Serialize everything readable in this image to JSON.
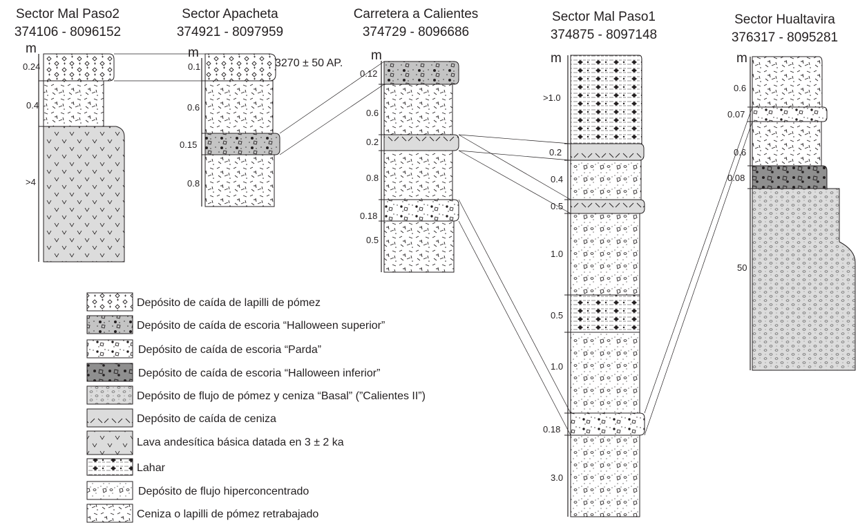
{
  "columns": [
    {
      "name": "Sector Mal Paso2",
      "coords": "374106 - 8096152",
      "unit": "m",
      "layers": [
        {
          "thickness": "0.24",
          "type": "lapilli-pomez"
        },
        {
          "thickness": "0.4",
          "type": "ceniza-retrabajado"
        },
        {
          "thickness": ">4",
          "type": "lava"
        }
      ]
    },
    {
      "name": "Sector Apacheta",
      "coords": "374921 - 8097959",
      "unit": "m",
      "layers": [
        {
          "thickness": "0.1",
          "type": "lapilli-pomez"
        },
        {
          "thickness": "0.6",
          "type": "ceniza-retrabajado"
        },
        {
          "thickness": "0.15",
          "type": "halloween-superior"
        },
        {
          "thickness": "0.8",
          "type": "ceniza-retrabajado"
        }
      ],
      "date_label": "3270 ± 50 AP."
    },
    {
      "name": "Carretera a Calientes",
      "coords": "374729 - 8096686",
      "unit": "m",
      "layers": [
        {
          "thickness": "0.12",
          "type": "halloween-superior"
        },
        {
          "thickness": "0.6",
          "type": "ceniza-retrabajado"
        },
        {
          "thickness": "0.2",
          "type": "ceniza"
        },
        {
          "thickness": "0.8",
          "type": "ceniza-retrabajado"
        },
        {
          "thickness": "0.18",
          "type": "parda"
        },
        {
          "thickness": "0.5",
          "type": "ceniza-retrabajado"
        }
      ]
    },
    {
      "name": "Sector Mal Paso1",
      "coords": "374875 - 8097148",
      "unit": "m",
      "layers": [
        {
          "thickness": ">1.0",
          "type": "lahar"
        },
        {
          "thickness": "0.2",
          "type": "ceniza"
        },
        {
          "thickness": "0.4",
          "type": "hiperconcentrado"
        },
        {
          "thickness": "0.5",
          "type": "ceniza"
        },
        {
          "thickness": "1.0",
          "type": "hiperconcentrado"
        },
        {
          "thickness": "0.5",
          "type": "lahar"
        },
        {
          "thickness": "1.0",
          "type": "hiperconcentrado"
        },
        {
          "thickness": "0.18",
          "type": "parda"
        },
        {
          "thickness": "3.0",
          "type": "hiperconcentrado"
        }
      ]
    },
    {
      "name": "Sector Hualtavira",
      "coords": "376317 - 8095281",
      "unit": "m",
      "layers": [
        {
          "thickness": "0.6",
          "type": "ceniza-retrabajado"
        },
        {
          "thickness": "0.07",
          "type": "parda"
        },
        {
          "thickness": "0.6",
          "type": "ceniza-retrabajado"
        },
        {
          "thickness": "0.08",
          "type": "halloween-inferior"
        },
        {
          "thickness": "50",
          "type": "flujo-basal"
        }
      ]
    }
  ],
  "legend": [
    {
      "type": "lapilli-pomez",
      "label": "Depósito de caída de lapilli de pómez"
    },
    {
      "type": "halloween-superior",
      "label": "Depósito de caída de escoria “Halloween superior”"
    },
    {
      "type": "parda",
      "label": "Depósito de caída de escoria “Parda”"
    },
    {
      "type": "halloween-inferior",
      "label": "Depósito de caída de escoria “Halloween inferior”"
    },
    {
      "type": "flujo-basal",
      "label": "Depósito de flujo de pómez y ceniza “Basal” (”Calientes II”)"
    },
    {
      "type": "ceniza",
      "label": "Depósito de caída de ceniza"
    },
    {
      "type": "lava",
      "label": "Lava andesítica básica datada en 3 ± 2 ka"
    },
    {
      "type": "lahar",
      "label": "Lahar"
    },
    {
      "type": "hiperconcentrado",
      "label": "Depósito de flujo hiperconcentrado"
    },
    {
      "type": "ceniza-retrabajado",
      "label": "Ceniza o lapilli de pómez retrabajado"
    }
  ],
  "colors": {
    "ink": "#231f20",
    "light_fill": "#ffffff",
    "gray_fill": "#dcdcdc",
    "scoria_light": "#c8c8c8",
    "scoria_dark": "#8f8f8f"
  }
}
